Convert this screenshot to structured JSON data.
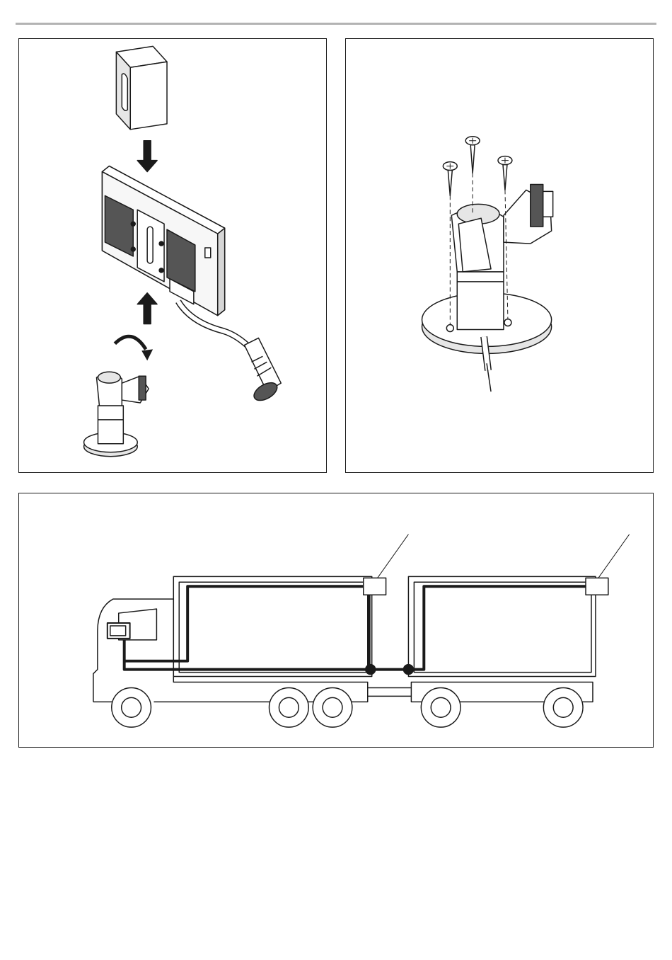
{
  "colors": {
    "line": "#1a1a1a",
    "rule": "#b3b3b3",
    "shade": "#d6d6d6"
  },
  "figures": [
    {
      "id": "monitor-mounting",
      "icons": [
        "bracket-clip-icon",
        "down-arrow-icon",
        "monitor-icon",
        "up-arrow-icon",
        "rotate-arrow-icon",
        "mount-stand-icon",
        "cable-connector-icon"
      ]
    },
    {
      "id": "stand-screw-mounting",
      "icons": [
        "screw-icon",
        "screw-icon",
        "screw-icon",
        "mount-stand-icon",
        "cable-icon"
      ]
    },
    {
      "id": "truck-trailer-wiring",
      "icons": [
        "truck-icon",
        "trailer-icon",
        "monitor-icon",
        "camera-icon",
        "camera-icon",
        "junction-dot-icon",
        "junction-dot-icon"
      ]
    }
  ]
}
